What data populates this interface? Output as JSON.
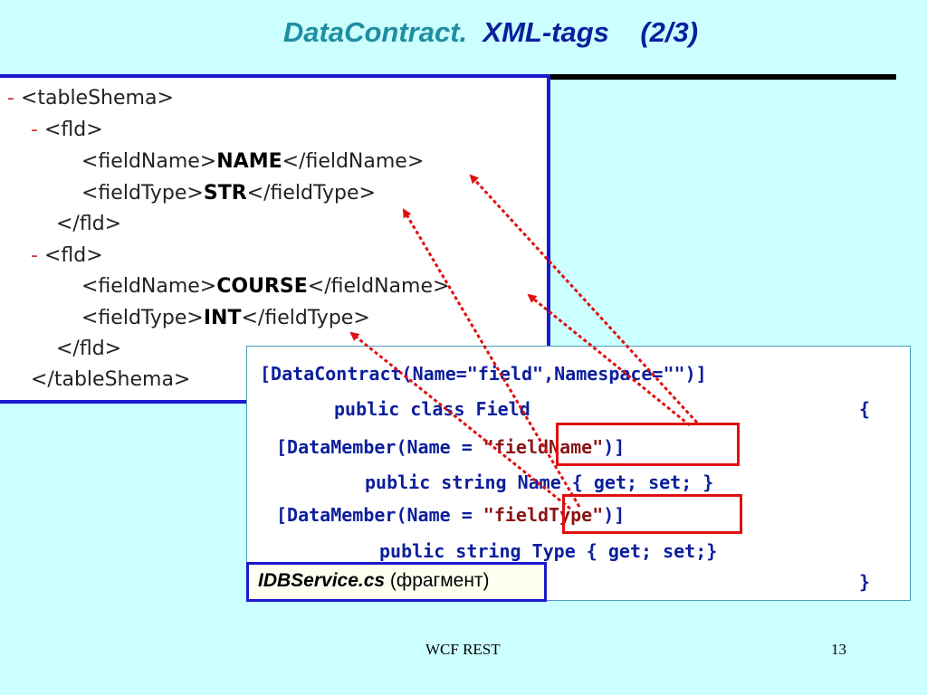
{
  "title": {
    "part1": "DataContract.",
    "part2": "XML-tags",
    "part3": "(2/3)"
  },
  "xml": {
    "lines": [
      {
        "prefix": "- ",
        "before": "<tableShema>",
        "value": "",
        "after": ""
      },
      {
        "prefix": "- ",
        "before": "<fld>",
        "value": "",
        "after": ""
      },
      {
        "prefix": "",
        "before": "<fieldName>",
        "value": "NAME",
        "after": "</fieldName>"
      },
      {
        "prefix": "",
        "before": "<fieldType>",
        "value": "STR",
        "after": "</fieldType>"
      },
      {
        "prefix": "",
        "before": "</fld>",
        "value": "",
        "after": ""
      },
      {
        "prefix": "- ",
        "before": "<fld>",
        "value": "",
        "after": ""
      },
      {
        "prefix": "",
        "before": "<fieldName>",
        "value": "COURSE",
        "after": "</fieldName>"
      },
      {
        "prefix": "",
        "before": "<fieldType>",
        "value": "INT",
        "after": "</fieldType>"
      },
      {
        "prefix": "",
        "before": "</fld>",
        "value": "",
        "after": ""
      },
      {
        "prefix": "",
        "before": "</tableShema>",
        "value": "",
        "after": ""
      }
    ]
  },
  "code": {
    "line1": "[DataContract(Name=\"field\",Namespace=\"\")]",
    "line2_kw": "public class",
    "line2_name": "Field",
    "line2_brace": "{",
    "line3_pre": "[DataMember(Name = ",
    "line3_str": "\"fieldName\"",
    "line3_post": ")]",
    "line4": "public string Name { get; set; }",
    "line5_pre": "[DataMember(Name = ",
    "line5_str": "\"fieldType\"",
    "line5_post": ")]",
    "line6": "public string Type { get; set;}",
    "line7": "}"
  },
  "caption": {
    "file": "IDBService.cs",
    "note": " (фрагмент)"
  },
  "footer": {
    "title": "WCF REST",
    "page": "13"
  },
  "colors": {
    "background": "#ccffff",
    "title_teal": "#1f8ea1",
    "title_blue": "#0b1f9c",
    "arrow_red": "#e01010",
    "panel_border": "#1a1ad0"
  }
}
